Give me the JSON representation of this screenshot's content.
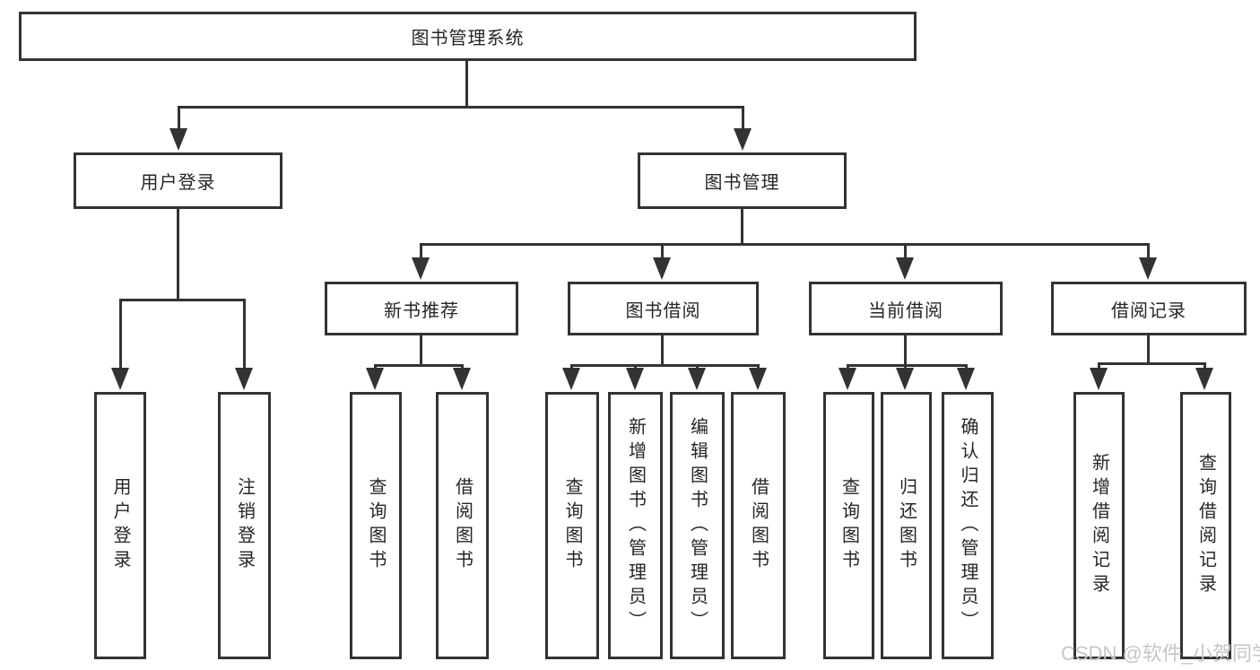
{
  "diagram": {
    "root": {
      "label": "图书管理系统"
    },
    "level2": [
      {
        "label": "用户登录"
      },
      {
        "label": "图书管理"
      }
    ],
    "level3": [
      {
        "label": "新书推荐"
      },
      {
        "label": "图书借阅"
      },
      {
        "label": "当前借阅"
      },
      {
        "label": "借阅记录"
      }
    ],
    "leaves": {
      "user_login": [
        {
          "label": "用户登录"
        },
        {
          "label": "注销登录"
        }
      ],
      "new_rec": [
        {
          "label": "查询图书"
        },
        {
          "label": "借阅图书"
        }
      ],
      "borrow": [
        {
          "label": "查询图书"
        },
        {
          "label": "新增图书（管理员）"
        },
        {
          "label": "编辑图书（管理员）"
        },
        {
          "label": "借阅图书"
        }
      ],
      "current": [
        {
          "label": "查询图书"
        },
        {
          "label": "归还图书"
        },
        {
          "label": "确认归还（管理员）"
        }
      ],
      "records": [
        {
          "label": "新增借阅记录"
        },
        {
          "label": "查询借阅记录"
        }
      ]
    }
  },
  "watermark": {
    "text": "CSDN @软件_小贺同学"
  },
  "colors": {
    "line": "#333333",
    "text": "#262626",
    "watermark": "#c6c6c6",
    "background": "#ffffff"
  }
}
